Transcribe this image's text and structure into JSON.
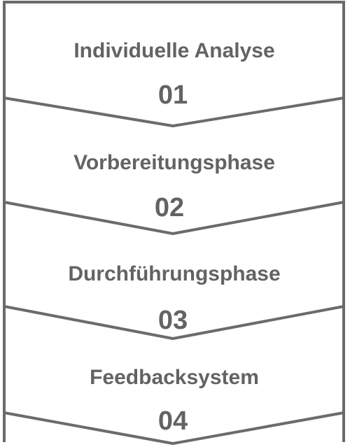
{
  "colors": {
    "stroke": "#6b6b6b",
    "text": "#636363",
    "background": "#ffffff"
  },
  "steps": [
    {
      "title": "Individuelle Analyse",
      "number": "01"
    },
    {
      "title": "Vorbereitungsphase",
      "number": "02"
    },
    {
      "title": "Durchführungsphase",
      "number": "03"
    },
    {
      "title": "Feedbacksystem",
      "number": "04"
    }
  ]
}
